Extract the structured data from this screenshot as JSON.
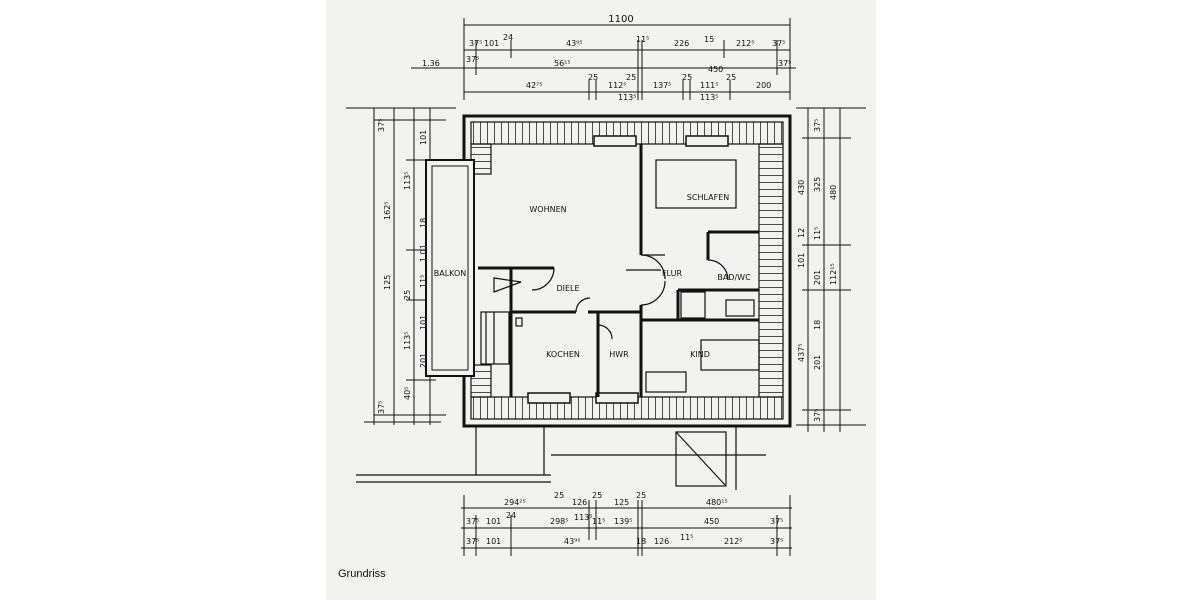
{
  "caption": "Grundriss",
  "rooms": {
    "wohnen": "WOHNEN",
    "schlafen": "SCHLAFEN",
    "balkon": "BALKON",
    "diele": "DIELE",
    "flur": "FLUR",
    "bad": "BAD/WC",
    "kochen": "KOCHEN",
    "hwr": "HWR",
    "kind": "KIND"
  },
  "dimensions": {
    "top": {
      "overall": "1100",
      "row1": [
        "37⁵",
        "101",
        "24",
        "43⁹⁵",
        "11⁵",
        "226",
        "15",
        "212⁵",
        "37⁵"
      ],
      "row2": [
        "1.36",
        "37⁵",
        "56¹⁵",
        "450",
        "37⁵"
      ],
      "row3": [
        "42⁷⁵",
        "25",
        "112⁵",
        "25",
        "113⁵",
        "137⁵",
        "25",
        "111⁵",
        "25",
        "113⁵",
        "200"
      ]
    },
    "left": [
      "37⁵",
      "162⁵",
      "113⁵",
      "101",
      "18",
      "1.01",
      "25",
      "11⁵",
      "101",
      "113⁵",
      "201",
      "125",
      "40⁵",
      "37⁵"
    ],
    "right": [
      "37⁵",
      "430",
      "325",
      "480",
      "12",
      "101",
      "11⁵",
      "18",
      "201",
      "112¹⁵",
      "437⁵",
      "201",
      "37⁵"
    ],
    "bottom": {
      "row1": [
        "294²⁵",
        "25",
        "126",
        "25",
        "125",
        "25",
        "480¹⁵"
      ],
      "row2": [
        "37⁵",
        "101",
        "24",
        "298⁵",
        "113⁵",
        "11⁵",
        "139⁵",
        "450",
        "37⁵"
      ],
      "row3": [
        "37⁵",
        "101",
        "43⁹⁵",
        "18",
        "126",
        "11⁵",
        "212⁵",
        "37⁵"
      ]
    }
  }
}
